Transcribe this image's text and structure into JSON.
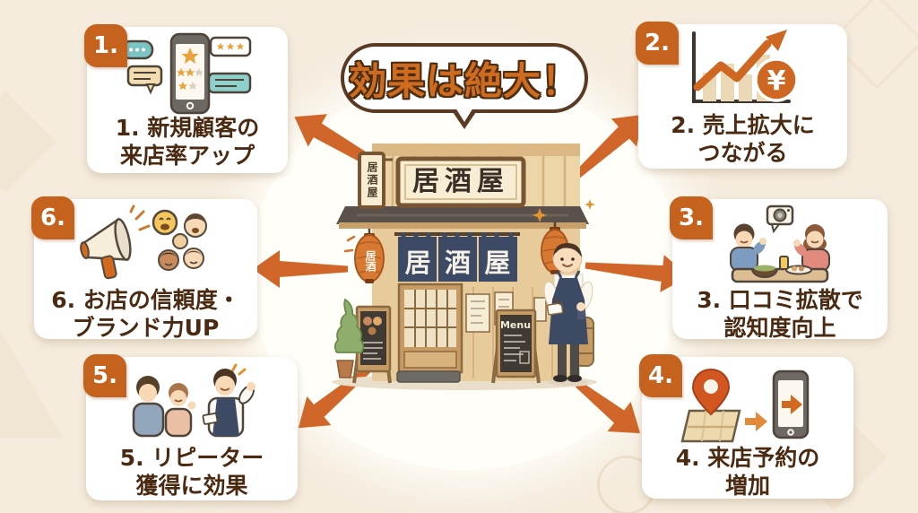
{
  "title": {
    "text": "効果は絶大！"
  },
  "center": {
    "top_sign": "居酒屋",
    "side_sign": "居酒屋",
    "noren": [
      "居",
      "酒",
      "屋"
    ],
    "lantern": "居酒",
    "menu_label": "Menu"
  },
  "benefits": [
    {
      "number": "1.",
      "line1": "1. 新規顧客の",
      "line2": "来店率アップ",
      "icon": "phone-reviews-icon"
    },
    {
      "number": "2.",
      "line1": "2. 売上拡大に",
      "line2": "つながる",
      "icon": "sales-growth-icon",
      "coin_symbol": "¥"
    },
    {
      "number": "3.",
      "line1": "3. 口コミ拡散で",
      "line2": "認知度向上",
      "icon": "diners-camera-icon"
    },
    {
      "number": "4.",
      "line1": "4. 来店予約の",
      "line2": "増加",
      "icon": "map-to-phone-icon"
    },
    {
      "number": "5.",
      "line1": "5. リピーター",
      "line2": "獲得に効果",
      "icon": "staff-customers-icon"
    },
    {
      "number": "6.",
      "line1": "6. お店の信頼度・",
      "line2": "ブランド力UP",
      "icon": "megaphone-faces-icon"
    }
  ],
  "colors": {
    "background": "#F5ECDE",
    "arrow_orange": "#D0662A",
    "badge_orange": "#C4621E",
    "title_orange": "#CE6B1F",
    "title_outline": "#4A2D12",
    "text_brown": "#4A2A11",
    "noren_navy": "#3D4A66",
    "lantern_orange": "#D87933",
    "card_white": "#FFFFFF"
  }
}
